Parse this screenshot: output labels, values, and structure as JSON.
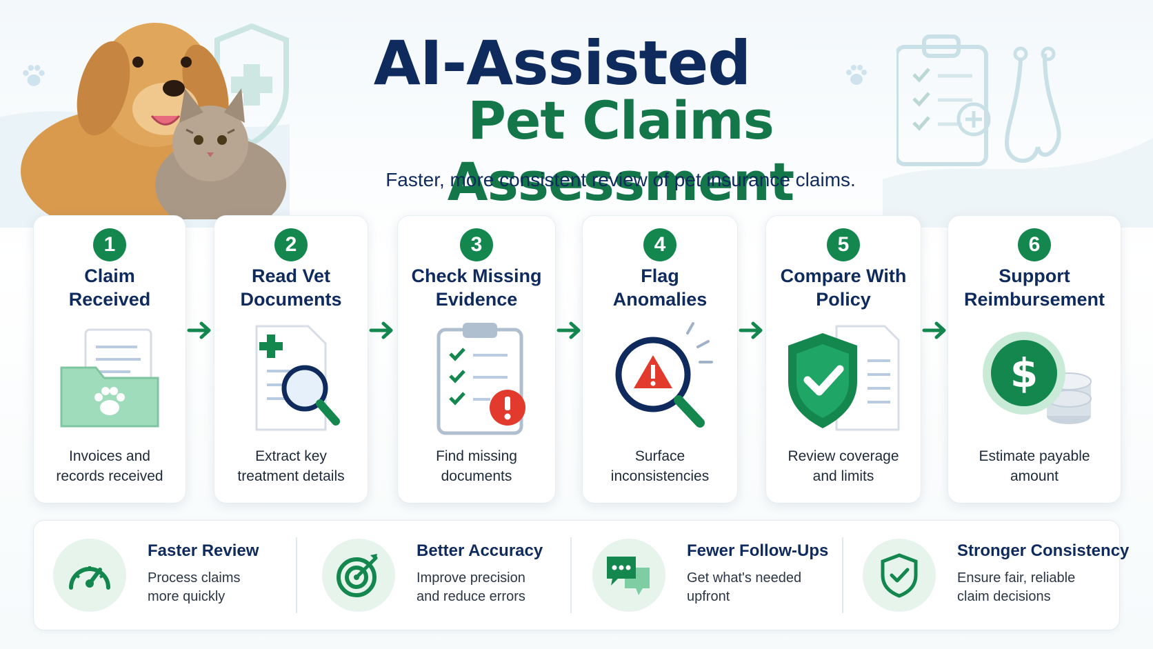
{
  "header": {
    "title_line1": "AI-Assisted",
    "title_line2": "Pet Claims Assessment",
    "subtitle": "Faster, more consistent review of pet insurance claims."
  },
  "steps": [
    {
      "number": "1",
      "title_line1": "Claim",
      "title_line2": "Received",
      "desc_line1": "Invoices and",
      "desc_line2": "records received",
      "icon": "folder-paw-icon"
    },
    {
      "number": "2",
      "title_line1": "Read Vet",
      "title_line2": "Documents",
      "desc_line1": "Extract key",
      "desc_line2": "treatment details",
      "icon": "document-magnifier-icon"
    },
    {
      "number": "3",
      "title_line1": "Check Missing",
      "title_line2": "Evidence",
      "desc_line1": "Find missing",
      "desc_line2": "documents",
      "icon": "clipboard-alert-icon"
    },
    {
      "number": "4",
      "title_line1": "Flag",
      "title_line2": "Anomalies",
      "desc_line1": "Surface",
      "desc_line2": "inconsistencies",
      "icon": "magnifier-warning-icon"
    },
    {
      "number": "5",
      "title_line1": "Compare With",
      "title_line2": "Policy",
      "desc_line1": "Review coverage",
      "desc_line2": "and limits",
      "icon": "shield-check-icon"
    },
    {
      "number": "6",
      "title_line1": "Support",
      "title_line2": "Reimbursement",
      "desc_line1": "Estimate payable",
      "desc_line2": "amount",
      "icon": "dollar-coins-icon"
    }
  ],
  "benefits": [
    {
      "title": "Faster Review",
      "desc_line1": "Process claims",
      "desc_line2": "more quickly",
      "icon": "speedometer-icon"
    },
    {
      "title": "Better Accuracy",
      "desc_line1": "Improve precision",
      "desc_line2": "and reduce errors",
      "icon": "target-icon"
    },
    {
      "title": "Fewer Follow-Ups",
      "desc_line1": "Get what's needed",
      "desc_line2": "upfront",
      "icon": "chat-bubbles-icon"
    },
    {
      "title": "Stronger Consistency",
      "desc_line1": "Ensure fair, reliable",
      "desc_line2": "claim decisions",
      "icon": "shield-check-icon"
    }
  ],
  "colors": {
    "navy": "#0f2a5c",
    "green": "#14874f",
    "light_green": "#e6f4ec",
    "alert_red": "#e23b2e"
  }
}
